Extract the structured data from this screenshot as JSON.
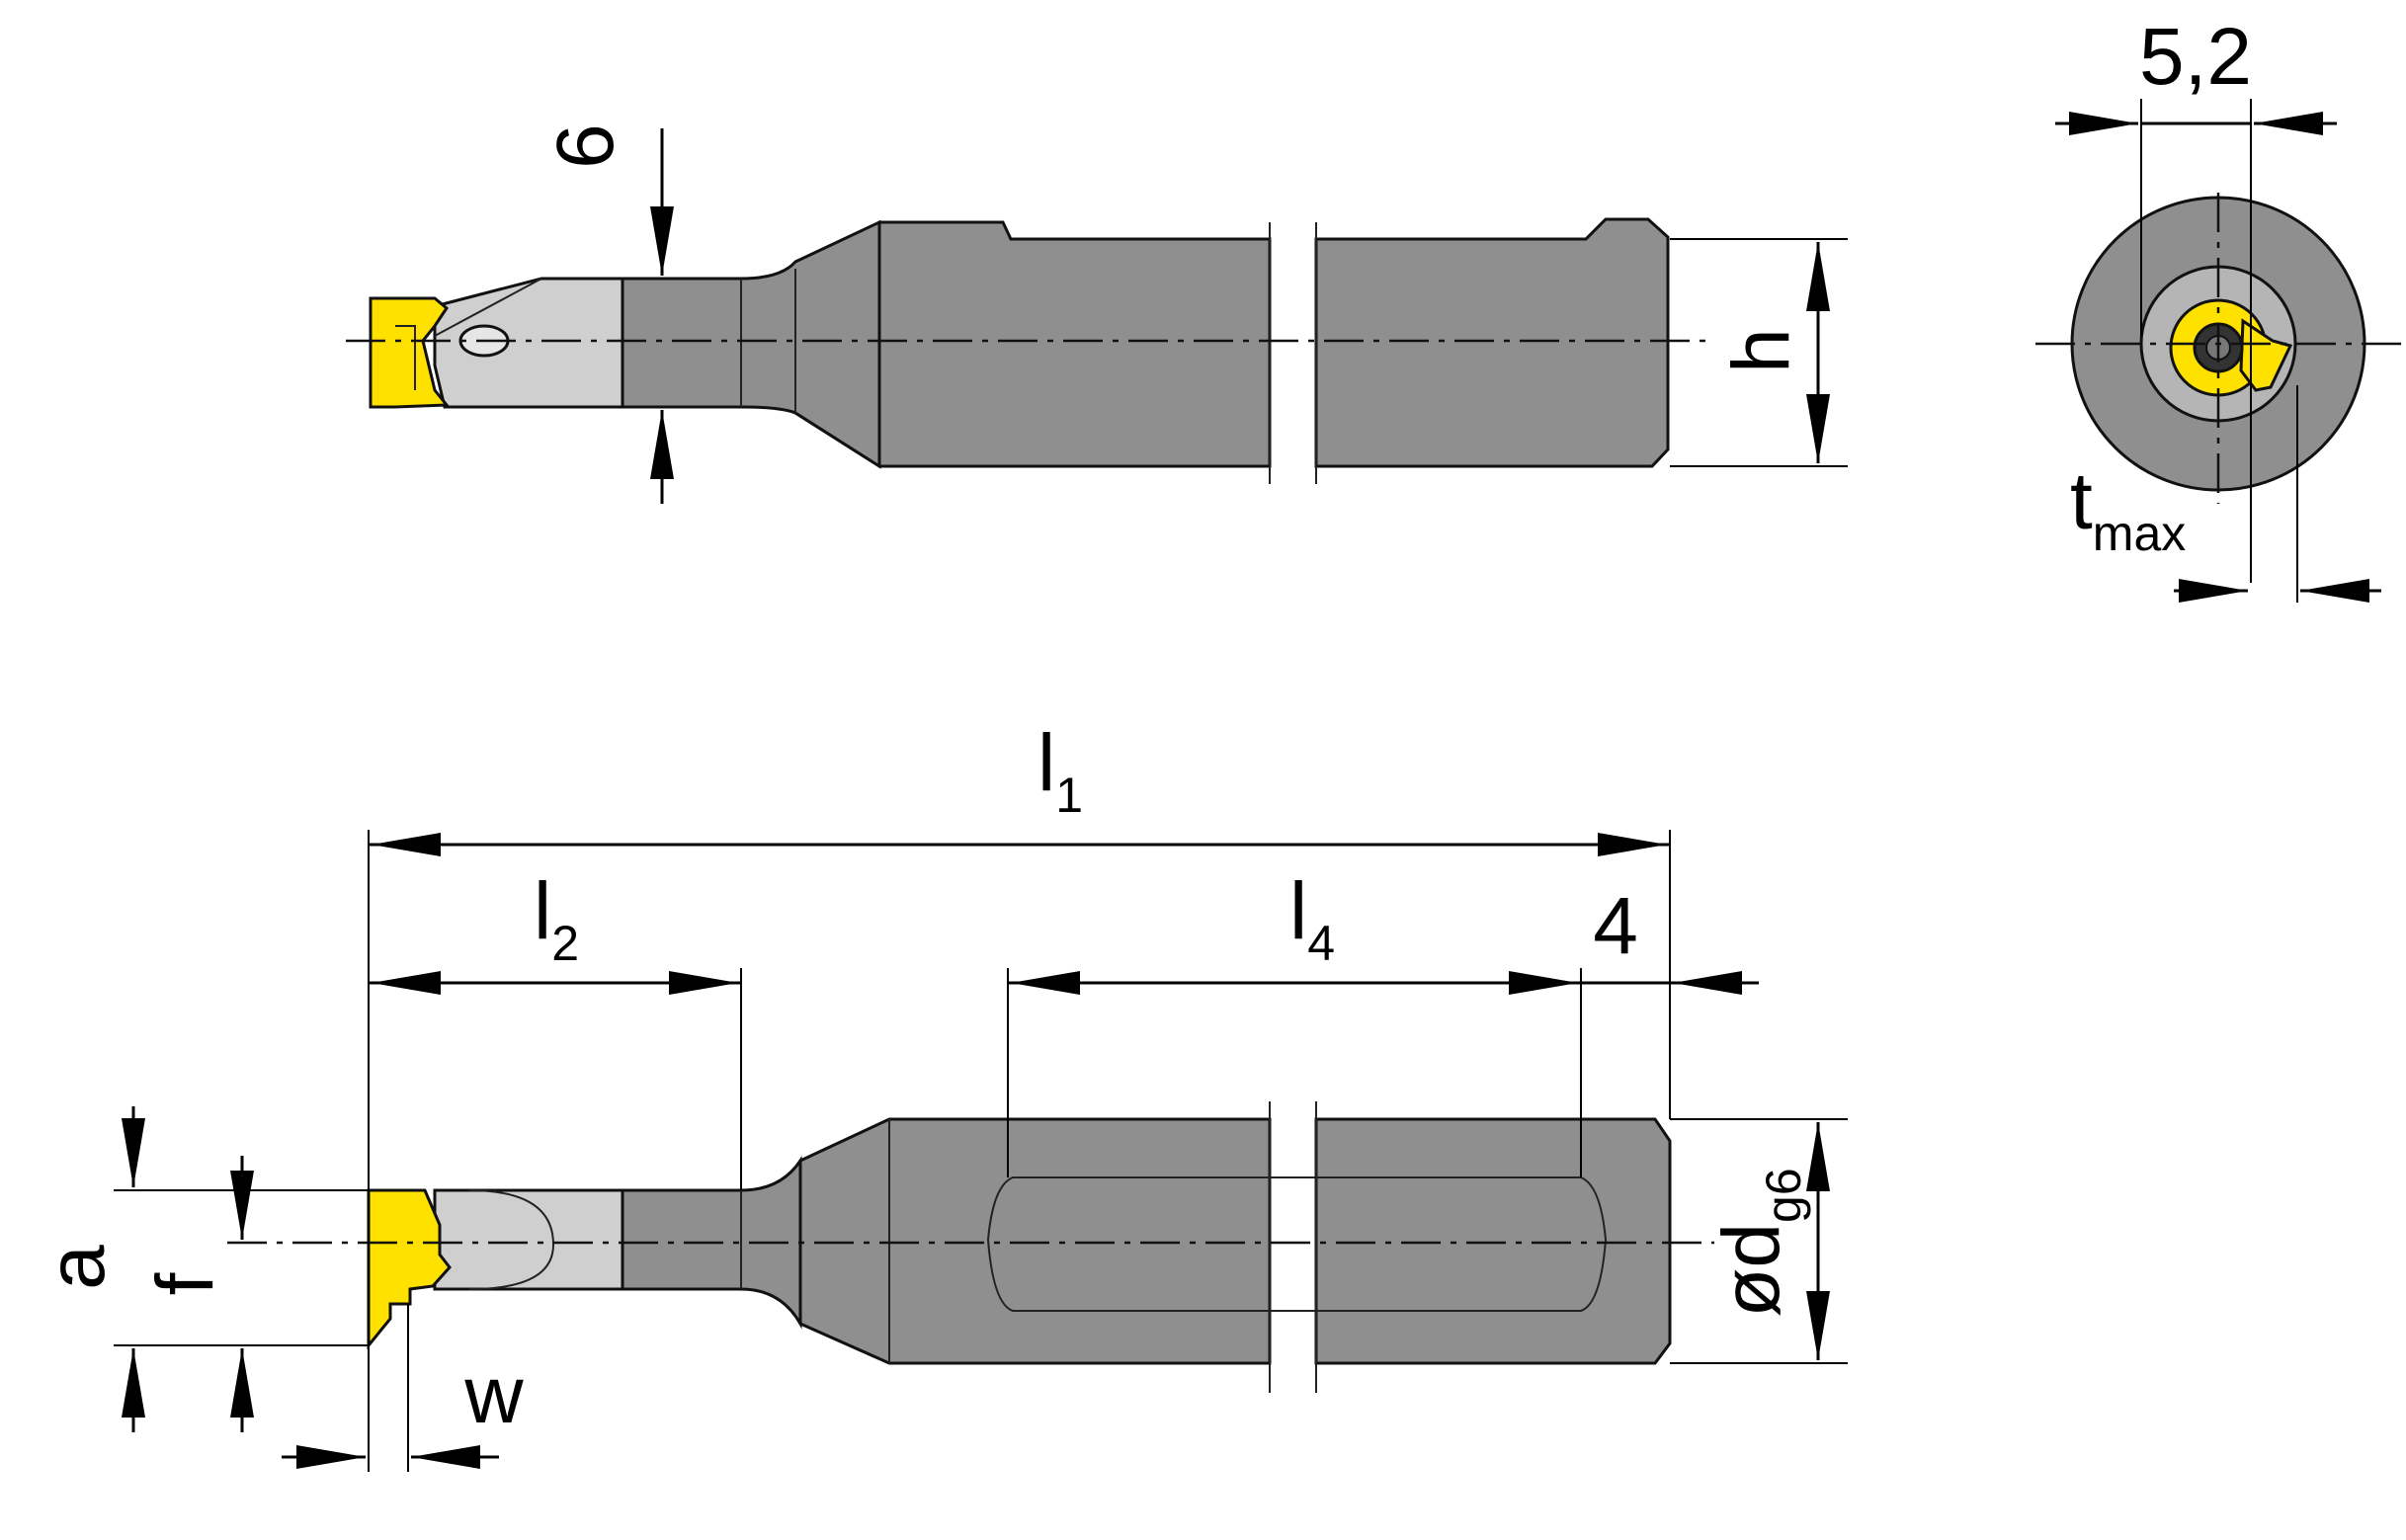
{
  "labels": {
    "width_top": "5,2",
    "h": "h",
    "neck_6": "6",
    "t_main": "t",
    "t_sub": "max",
    "l1_main": "l",
    "l1_sub": "1",
    "l2_main": "l",
    "l2_sub": "2",
    "l4_main": "l",
    "l4_sub": "4",
    "dim_4": "4",
    "d_main": "ød",
    "d_sub": "g6",
    "a": "a",
    "f": "f",
    "w": "w"
  },
  "colors": {
    "tool_body": "#8f8f8f",
    "tool_neck": "#cfcfcf",
    "insert": "#ffe100",
    "lines": "#000000"
  }
}
